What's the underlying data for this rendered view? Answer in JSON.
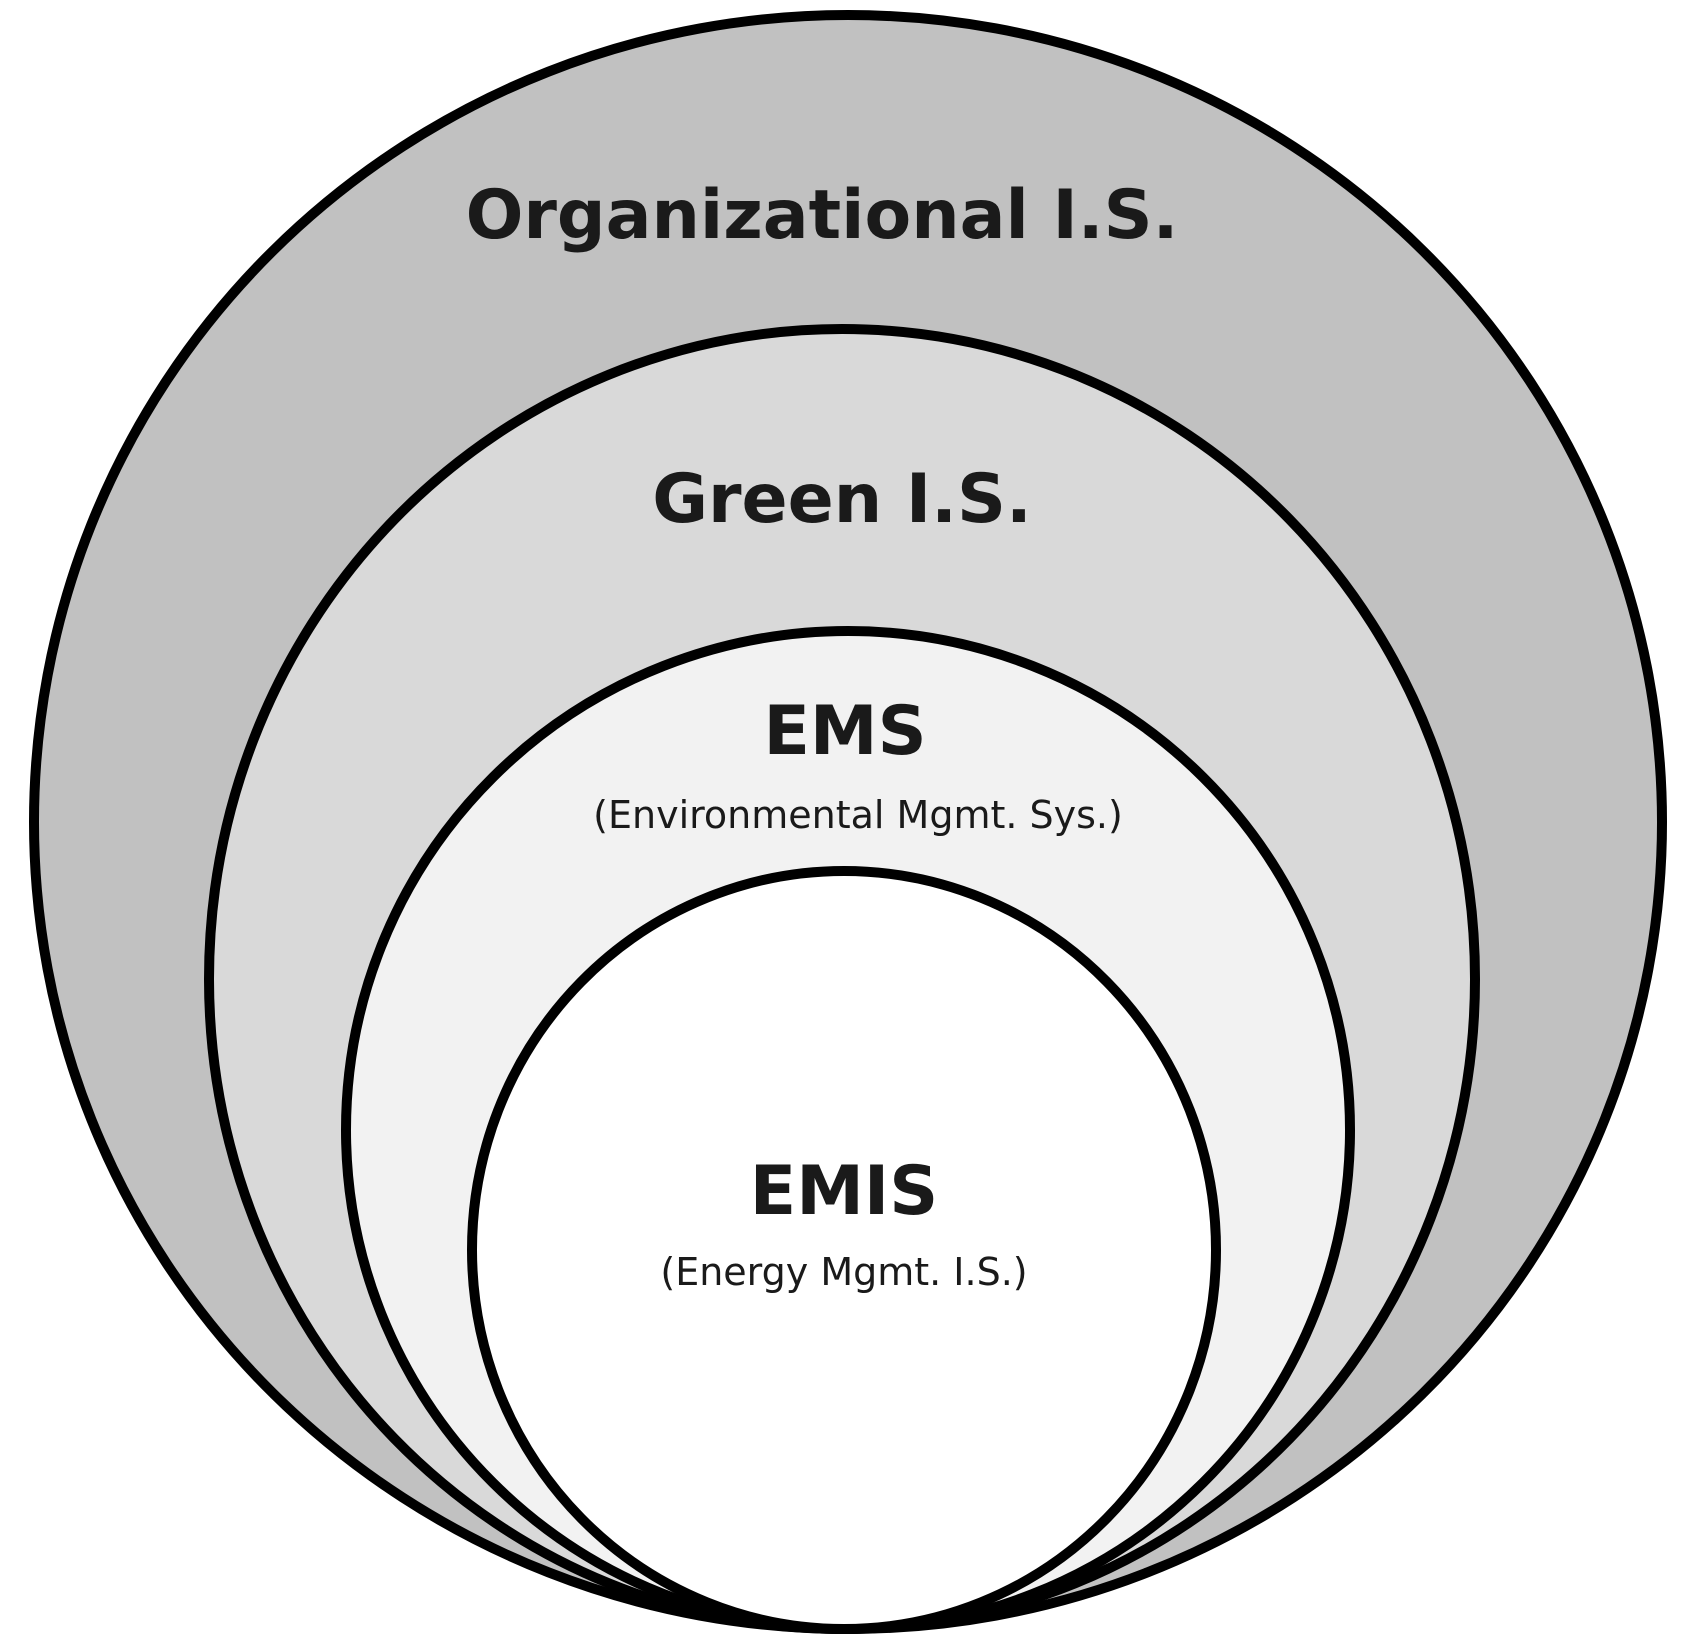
{
  "diagram": {
    "layers": [
      {
        "title": "Organizational I.S.",
        "subtitle": "",
        "fill": "#c1c1c1"
      },
      {
        "title": "Green I.S.",
        "subtitle": "",
        "fill": "#d9d9d9"
      },
      {
        "title": "EMS",
        "subtitle": "(Environmental Mgmt. Sys.)",
        "fill": "#f2f2f2"
      },
      {
        "title": "EMIS",
        "subtitle": "(Energy Mgmt. I.S.)",
        "fill": "#ffffff"
      }
    ],
    "stroke_color": "#000000",
    "background": "#ffffff"
  }
}
